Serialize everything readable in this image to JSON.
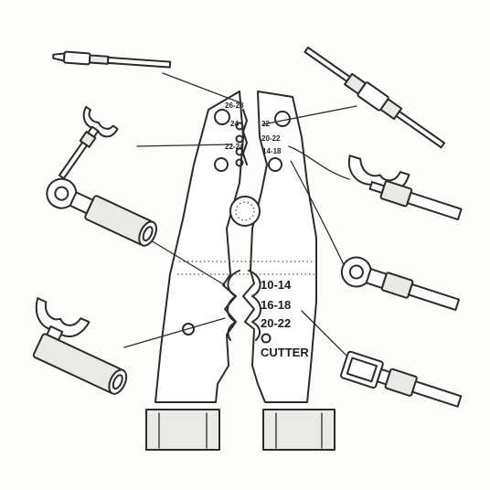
{
  "labels": {
    "crimp_small": "26-28",
    "crimp_a": "24",
    "crimp_b": "22",
    "crimp_c": "20-22",
    "crimp_d": "14-18",
    "crimp_e": "22-24",
    "die_large": "10-14",
    "die_medium": "16-18",
    "die_small": "20-22",
    "cutter": "CUTTER"
  },
  "colors": {
    "line": "#2b2b2b",
    "paper": "#fdfdfb",
    "shade": "#e9e9e6"
  }
}
